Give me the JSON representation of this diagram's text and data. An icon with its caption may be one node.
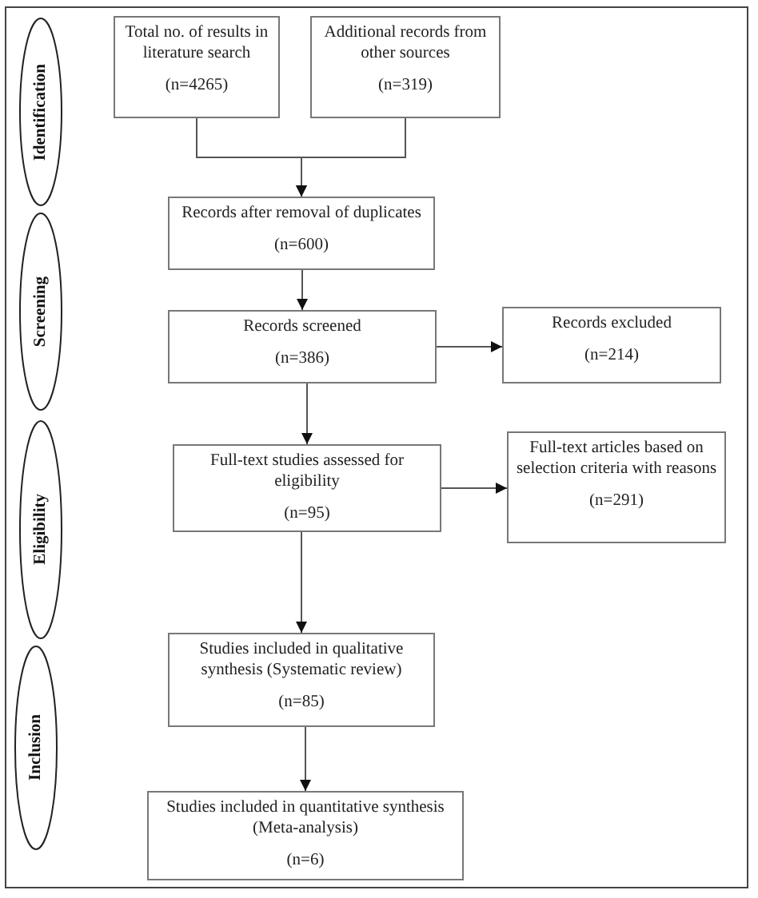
{
  "diagram": {
    "nodes": [
      {
        "text": [
          "Identification"
        ]
      },
      {
        "text": [
          "Total no. of results in literature search",
          "(n=4265)"
        ]
      },
      {
        "text": [
          "Additional records from other sources",
          "(n=319)"
        ]
      },
      {
        "text": [
          "Records after removal of duplicates",
          "(n=600)"
        ]
      },
      {
        "text": [
          "Screening"
        ]
      },
      {
        "text": [
          "Records screened",
          "(n=386)"
        ]
      },
      {
        "text": [
          "Records excluded",
          "(n=214)"
        ]
      },
      {
        "text": [
          "Eligibility"
        ]
      },
      {
        "text": [
          "Full-text studies assessed for eligibility",
          "(n=95)"
        ]
      },
      {
        "text": [
          "Full-text articles based on selection criteria with reasons",
          "(n=291)"
        ]
      },
      {
        "text": [
          "Inclusion"
        ]
      },
      {
        "text": [
          "Studies included in qualitative synthesis (Systematic review)",
          "(n=85)"
        ]
      },
      {
        "text": [
          "Studies included in quantitative synthesis (Meta-analysis)",
          "(n=6)"
        ]
      }
    ],
    "edges": [
      {
        "from": 1,
        "to": 3,
        "arrow": "to"
      },
      {
        "from": 2,
        "to": 3,
        "arrow": "to"
      },
      {
        "from": 3,
        "to": 5,
        "arrow": "to"
      },
      {
        "from": 5,
        "to": 6,
        "arrow": "to"
      },
      {
        "from": 5,
        "to": 8,
        "arrow": "to"
      },
      {
        "from": 8,
        "to": 9,
        "arrow": "to"
      },
      {
        "from": 8,
        "to": 11,
        "arrow": "to"
      },
      {
        "from": 11,
        "to": 12,
        "arrow": "to"
      }
    ]
  }
}
